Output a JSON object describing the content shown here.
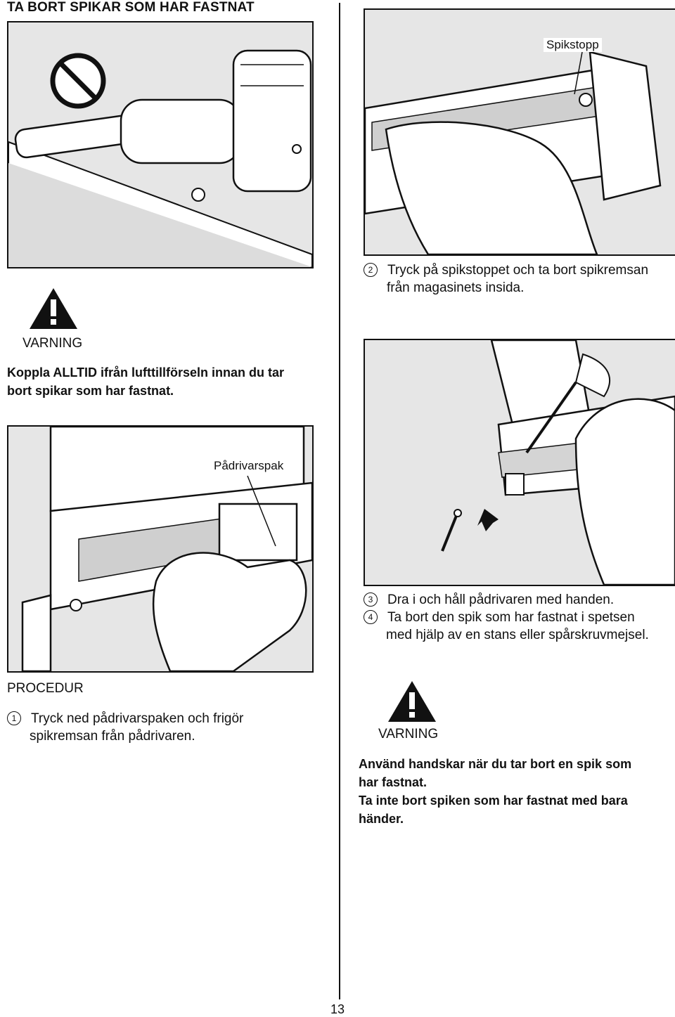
{
  "page": {
    "title": "TA BORT SPIKAR SOM HAR FASTNAT",
    "page_number": "13"
  },
  "figures": {
    "fig1": {
      "icon": "no-entry-icon"
    },
    "fig2": {
      "callout": "Spikstopp"
    },
    "fig3": {
      "icon": "nail-driver-illustration"
    },
    "fig4": {
      "callout": "Pådrivarspak"
    }
  },
  "steps": {
    "s1": {
      "num": "1",
      "line1": "Tryck ned pådrivarspaken och frigör",
      "line2": "spikremsan från pådrivaren."
    },
    "s2": {
      "num": "2",
      "line1": "Tryck på spikstoppet och ta bort spikremsan",
      "line2": "från magasinets insida."
    },
    "s3": {
      "num": "3",
      "line1": "Dra i och håll pådrivaren med handen."
    },
    "s4": {
      "num": "4",
      "line1": "Ta bort den spik som har fastnat i spetsen",
      "line2": "med hjälp av en stans eller spårskruvmejsel."
    }
  },
  "warning_left": {
    "icon": "warning-triangle-icon",
    "label": "VARNING",
    "line1": "Koppla ALLTID ifrån lufttillförseln innan du tar",
    "line2": "bort spikar som har fastnat."
  },
  "procedure": {
    "heading": "PROCEDUR"
  },
  "warning_right": {
    "icon": "warning-triangle-icon",
    "label": "VARNING",
    "line1": "Använd handskar när du tar bort en spik som",
    "line2": "har fastnat.",
    "line3": "Ta inte bort spiken som har fastnat med bara",
    "line4": "händer."
  }
}
